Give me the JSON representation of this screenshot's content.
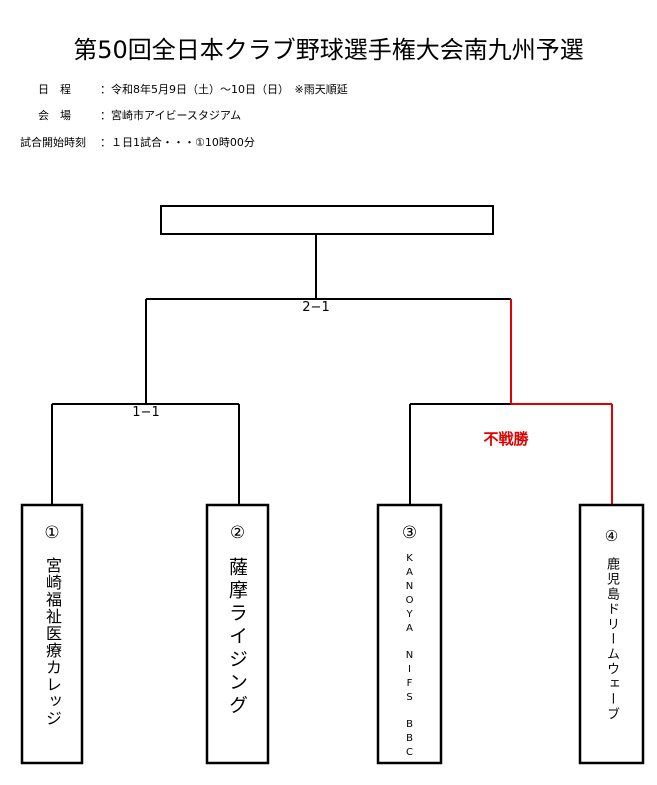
{
  "title": "第50回全日本クラブ野球選手権大会南九州予選",
  "info": [
    {
      "label": "日　程",
      "value": "：令和8年5月9日（土）～10日（日）　※雨天順延"
    },
    {
      "label": "会　場",
      "value": "：宮崎市アイビースタジアム"
    },
    {
      "label": "試合開始時刻",
      "value": "：１日1試合・・・①10時00分"
    }
  ],
  "bracket": {
    "winner": "",
    "final_score": "2−1",
    "semi1_score": "1−1",
    "semi2_result": "不戦勝",
    "accent_color": "#e00000",
    "teams": [
      {
        "seed": "①",
        "name": "宮崎福祉医療カレッジ"
      },
      {
        "seed": "②",
        "name": "薩摩ライジング"
      },
      {
        "seed": "③",
        "name": "KANOYA　NIFS　BBC"
      },
      {
        "seed": "④",
        "name": "鹿児島ドリームウェーブ"
      }
    ]
  }
}
